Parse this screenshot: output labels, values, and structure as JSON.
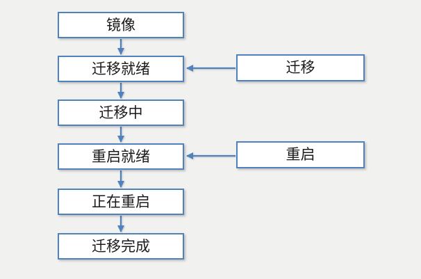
{
  "diagram": {
    "type": "flowchart",
    "colors": {
      "background": "#f1f1f0",
      "box_fill": "#ffffff",
      "box_border": "#4f81bd",
      "arrow": "#4f81bd",
      "text": "#1a1a1a"
    },
    "main_flow": [
      {
        "id": "mirror",
        "label": "镜像"
      },
      {
        "id": "migrate-ready",
        "label": "迁移就绪"
      },
      {
        "id": "migrating",
        "label": "迁移中"
      },
      {
        "id": "restart-ready",
        "label": "重启就绪"
      },
      {
        "id": "restarting",
        "label": "正在重启"
      },
      {
        "id": "migrate-complete",
        "label": "迁移完成"
      }
    ],
    "side_actions": [
      {
        "id": "migrate",
        "label": "迁移"
      },
      {
        "id": "restart",
        "label": "重启"
      }
    ],
    "edges": [
      {
        "from": "mirror",
        "to": "migrate-ready"
      },
      {
        "from": "migrate-ready",
        "to": "migrating"
      },
      {
        "from": "migrating",
        "to": "restart-ready"
      },
      {
        "from": "restart-ready",
        "to": "restarting"
      },
      {
        "from": "restarting",
        "to": "migrate-complete"
      },
      {
        "from": "migrate",
        "to": "migrate-ready"
      },
      {
        "from": "restart",
        "to": "restart-ready"
      }
    ]
  }
}
